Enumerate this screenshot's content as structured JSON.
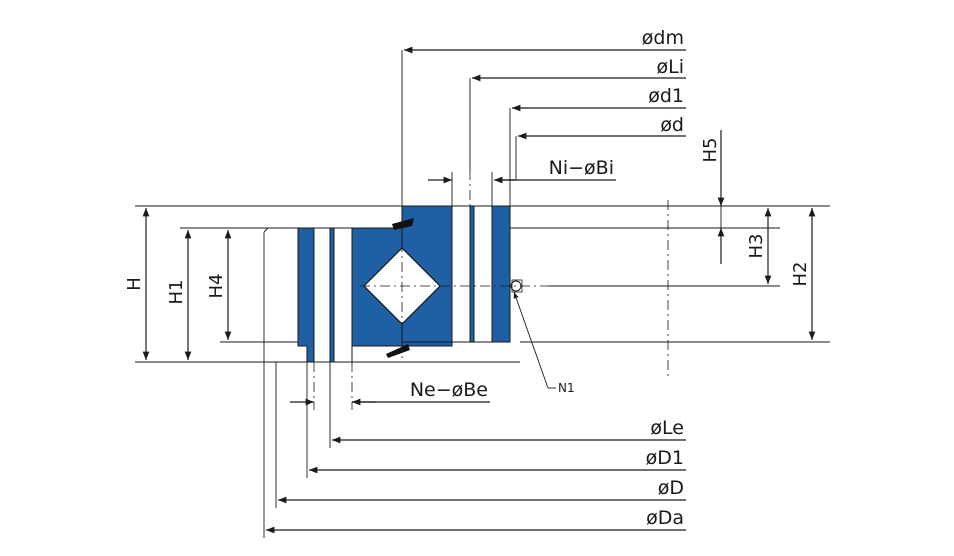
{
  "diagram": {
    "colors": {
      "ring": "#1f5fa3",
      "line": "#1a1a1a",
      "background": "#ffffff"
    },
    "top_labels": {
      "dm": "ødm",
      "Li": "øLi",
      "d1": "ød1",
      "d": "ød",
      "NiBi": "Ni−øBi"
    },
    "bottom_labels": {
      "NeBe": "Ne−øBe",
      "Le": "øLe",
      "D1": "øD1",
      "D": "øD",
      "Da": "øDa"
    },
    "height_labels": {
      "H": "H",
      "H1": "H1",
      "H4": "H4",
      "H5": "H5",
      "H3": "H3",
      "H2": "H2"
    },
    "callout": {
      "N1": "N1"
    }
  }
}
